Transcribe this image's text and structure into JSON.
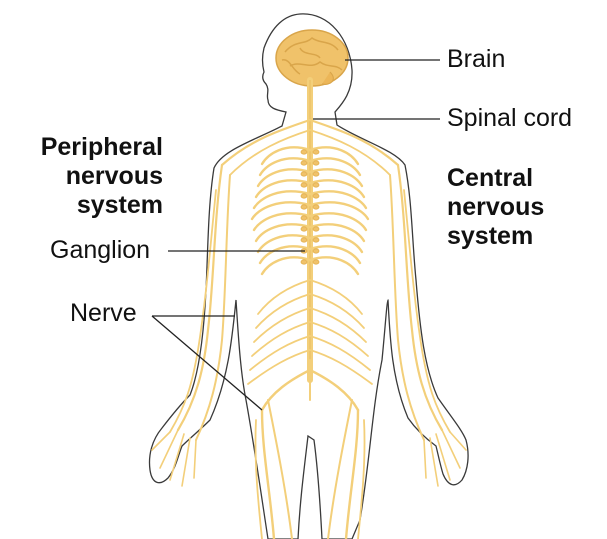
{
  "labels": {
    "brain": "Brain",
    "spinal_cord": "Spinal cord",
    "peripheral": [
      "Peripheral",
      "nervous",
      "system"
    ],
    "central": [
      "Central",
      "nervous",
      "system"
    ],
    "ganglion": "Ganglion",
    "nerve": "Nerve"
  },
  "colors": {
    "nerve": "#f3cf7a",
    "nerve_dark": "#e2b04f",
    "brain": "#f0c26a",
    "outline": "#3a3a3a",
    "leader": "#222222",
    "text": "#111111"
  }
}
